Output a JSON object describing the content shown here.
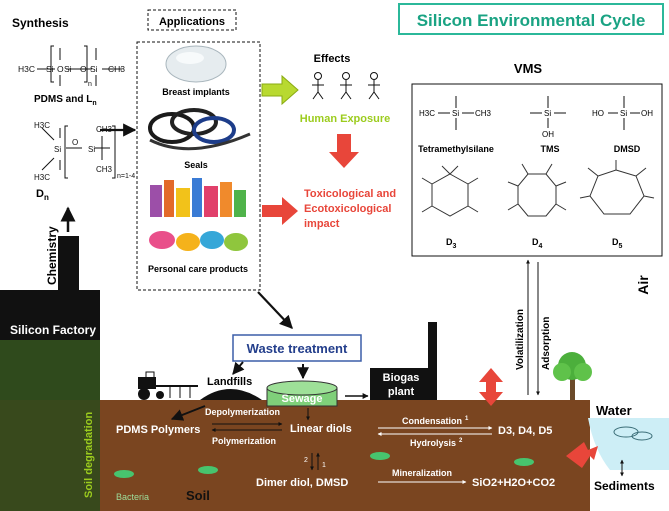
{
  "title": "Silicon Environmental Cycle",
  "synthesis": {
    "heading": "Synthesis",
    "pdms_label": "PDMS and L",
    "pdms_sub": "n",
    "cyclic_label": "D",
    "cyclic_sub": "n",
    "ring_n": "n=1-4",
    "n_sub": "n",
    "atoms": {
      "si": "Si",
      "o": "O",
      "h3c": "H3C",
      "ch3": "CH3"
    }
  },
  "chemistry_label": "Chemistry",
  "factory_label": "Silicon Factory",
  "applications": {
    "heading": "Applications",
    "items": [
      "Breast implants",
      "Seals",
      "Personal care products"
    ]
  },
  "effects": {
    "heading": "Effects",
    "human_exposure": "Human Exposure",
    "toxic_line1": "Toxicological and",
    "toxic_line2": "Ecotoxicological",
    "toxic_line3": "impact"
  },
  "vms": {
    "heading": "VMS",
    "compounds": [
      "Tetramethylsilane",
      "TMS",
      "DMSD"
    ],
    "cyclics": [
      {
        "base": "D",
        "sub": "3"
      },
      {
        "base": "D",
        "sub": "4"
      },
      {
        "base": "D",
        "sub": "5"
      }
    ],
    "oh": "OH",
    "ho": "HO"
  },
  "air_label": "Air",
  "volatilization_label": "Volatilization",
  "adsorption_label": "Adsorption",
  "waste_treatment": "Waste treatment",
  "landfills": "Landfills",
  "sewage": "Sewage",
  "biogas_line1": "Biogas",
  "biogas_line2": "plant",
  "soil": {
    "pdms_polymers": "PDMS Polymers",
    "depolymerization": "Depolymerization",
    "polymerization": "Polymerization",
    "linear_diols": "Linear diols",
    "condensation": "Condensation",
    "condensation_sup": "1",
    "hydrolysis": "Hydrolysis",
    "hydrolysis_sup": "2",
    "d_products": "D3, D4, D5",
    "dimer": "Dimer diol, DMSD",
    "mineralization": "Mineralization",
    "sio2": "SiO2+H2O+CO2",
    "step2": "2",
    "step1": "1",
    "bacteria": "Bacteria",
    "soil_label": "Soil",
    "soil_degradation": "Soil degradation"
  },
  "water_label": "Water",
  "sediments_label": "Sediments",
  "colors": {
    "title_border": "#2bb89a",
    "title_text": "#1aa383",
    "soil": "#7a4520",
    "factory_green": "#2f4a1c",
    "human_exposure": "#9ccc1e",
    "toxic": "#e8463a",
    "waste_border": "#3b5ea8",
    "waste_text": "#243f8c",
    "water": "#cdeef6",
    "sewage": "#7fd07a",
    "bacteria": "#47c46e"
  }
}
